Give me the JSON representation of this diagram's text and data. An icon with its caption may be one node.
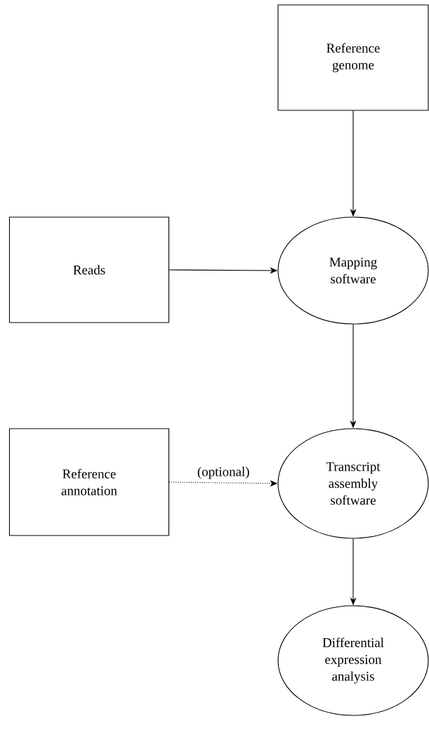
{
  "diagram": {
    "nodes": [
      {
        "text": [
          "Reference genome"
        ]
      },
      {
        "text": [
          "Reads"
        ]
      },
      {
        "text": [
          "Mapping software"
        ]
      },
      {
        "text": [
          "Reference annotation"
        ]
      },
      {
        "text": [
          "Transcript assembly software"
        ]
      },
      {
        "text": [
          "Differential expression analysis"
        ]
      }
    ],
    "edges": [
      {
        "from": 0,
        "to": 2,
        "arrow": "to"
      },
      {
        "from": 1,
        "to": 2,
        "arrow": "to"
      },
      {
        "from": 2,
        "to": 4,
        "arrow": "to"
      },
      {
        "from": 3,
        "to": 4,
        "arrow": "to",
        "label": "(optional)",
        "style": "dashed"
      },
      {
        "from": 4,
        "to": 5,
        "arrow": "to"
      }
    ]
  }
}
